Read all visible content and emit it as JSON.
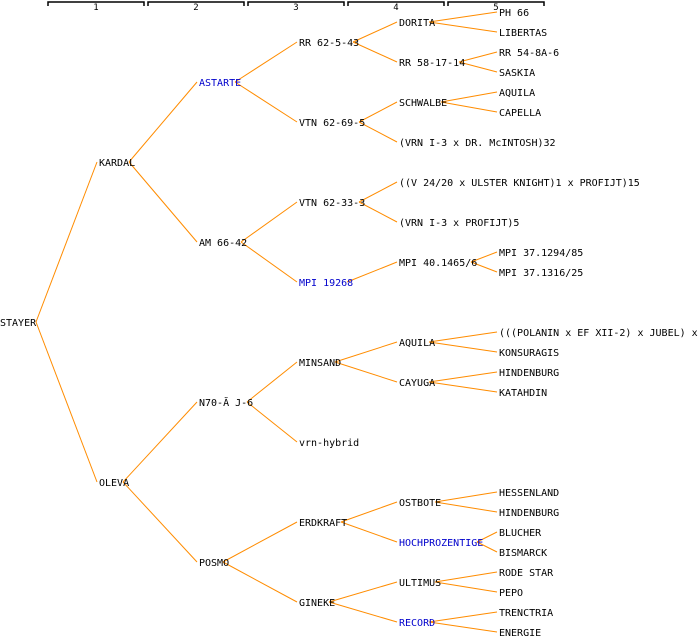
{
  "diagram": {
    "title": "pedigree",
    "edge_color": "#ff8c00",
    "link_color": "#0000cc",
    "generation_labels": [
      "1",
      "2",
      "3",
      "4",
      "5"
    ],
    "nodes": [
      {
        "id": "stayer",
        "label": "STAYER",
        "gen": 0,
        "row": 15.5
      },
      {
        "id": "kardal",
        "label": "KARDAL",
        "gen": 1,
        "row": 7.5,
        "parent": "stayer"
      },
      {
        "id": "oleva",
        "label": "OLEVA",
        "gen": 1,
        "row": 23.5,
        "parent": "stayer"
      },
      {
        "id": "astarte",
        "label": "ASTARTE",
        "gen": 2,
        "row": 3.5,
        "parent": "kardal",
        "link": true
      },
      {
        "id": "am6642",
        "label": "AM 66-42",
        "gen": 2,
        "row": 11.5,
        "parent": "kardal"
      },
      {
        "id": "n70",
        "label": "N70-Ă J-6",
        "gen": 2,
        "row": 19.5,
        "parent": "oleva"
      },
      {
        "id": "posmo",
        "label": "POSMO",
        "gen": 2,
        "row": 27.5,
        "parent": "oleva"
      },
      {
        "id": "rr62543",
        "label": "RR 62-5-43",
        "gen": 3,
        "row": 1.5,
        "parent": "astarte"
      },
      {
        "id": "vtn62695",
        "label": "VTN 62-69-5",
        "gen": 3,
        "row": 5.5,
        "parent": "astarte"
      },
      {
        "id": "vtn62333",
        "label": "VTN 62-33-3",
        "gen": 3,
        "row": 9.5,
        "parent": "am6642"
      },
      {
        "id": "mpi19268",
        "label": "MPI 19268",
        "gen": 3,
        "row": 13.5,
        "parent": "am6642",
        "link": true
      },
      {
        "id": "minsand",
        "label": "MINSAND",
        "gen": 3,
        "row": 17.5,
        "parent": "n70"
      },
      {
        "id": "vrnhybrid",
        "label": "vrn-hybrid",
        "gen": 3,
        "row": 21.5,
        "parent": "n70"
      },
      {
        "id": "erdkraft",
        "label": "ERDKRAFT",
        "gen": 3,
        "row": 25.5,
        "parent": "posmo"
      },
      {
        "id": "gineke",
        "label": "GINEKE",
        "gen": 3,
        "row": 29.5,
        "parent": "posmo"
      },
      {
        "id": "dorita",
        "label": "DORITA",
        "gen": 4,
        "row": 0.5,
        "parent": "rr62543"
      },
      {
        "id": "rr581714",
        "label": "RR 58-17-14",
        "gen": 4,
        "row": 2.5,
        "parent": "rr62543"
      },
      {
        "id": "schwalbe",
        "label": "SCHWALBE",
        "gen": 4,
        "row": 4.5,
        "parent": "vtn62695"
      },
      {
        "id": "vrni3mcintosh",
        "label": "(VRN I-3 x DR. McINTOSH)32",
        "gen": 4,
        "row": 6.5,
        "parent": "vtn62695"
      },
      {
        "id": "v2420",
        "label": "((V 24/20 x ULSTER KNIGHT)1 x PROFIJT)15",
        "gen": 4,
        "row": 8.5,
        "parent": "vtn62333"
      },
      {
        "id": "vrni3profijt",
        "label": "(VRN I-3 x PROFIJT)5",
        "gen": 4,
        "row": 10.5,
        "parent": "vtn62333"
      },
      {
        "id": "mpi401465",
        "label": "MPI 40.1465/6",
        "gen": 4,
        "row": 12.5,
        "parent": "mpi19268"
      },
      {
        "id": "aquila4",
        "label": "AQUILA",
        "gen": 4,
        "row": 16.5,
        "parent": "minsand"
      },
      {
        "id": "cayuga",
        "label": "CAYUGA",
        "gen": 4,
        "row": 18.5,
        "parent": "minsand"
      },
      {
        "id": "ostbote",
        "label": "OSTBOTE",
        "gen": 4,
        "row": 24.5,
        "parent": "erdkraft"
      },
      {
        "id": "hochprozentige",
        "label": "HOCHPROZENTIGE",
        "gen": 4,
        "row": 26.5,
        "parent": "erdkraft",
        "link": true
      },
      {
        "id": "ultimus",
        "label": "ULTIMUS",
        "gen": 4,
        "row": 28.5,
        "parent": "gineke"
      },
      {
        "id": "record",
        "label": "RECORD",
        "gen": 4,
        "row": 30.5,
        "parent": "gineke",
        "link": true
      },
      {
        "id": "ph66",
        "label": "PH 66",
        "gen": 5,
        "row": 0,
        "parent": "dorita"
      },
      {
        "id": "libertas",
        "label": "LIBERTAS",
        "gen": 5,
        "row": 1,
        "parent": "dorita"
      },
      {
        "id": "rr5448a6",
        "label": "RR 54-8A-6",
        "gen": 5,
        "row": 2,
        "parent": "rr581714"
      },
      {
        "id": "saskia",
        "label": "SASKIA",
        "gen": 5,
        "row": 3,
        "parent": "rr581714"
      },
      {
        "id": "aquila5",
        "label": "AQUILA",
        "gen": 5,
        "row": 4,
        "parent": "schwalbe"
      },
      {
        "id": "capella",
        "label": "CAPELLA",
        "gen": 5,
        "row": 5,
        "parent": "schwalbe"
      },
      {
        "id": "mpi371294",
        "label": "MPI 37.1294/85",
        "gen": 5,
        "row": 12,
        "parent": "mpi401465"
      },
      {
        "id": "mpi371316",
        "label": "MPI 37.1316/25",
        "gen": 5,
        "row": 13,
        "parent": "mpi401465"
      },
      {
        "id": "polanin",
        "label": "(((POLANIN x EF XII-2) x JUBEL) x",
        "gen": 5,
        "row": 16,
        "parent": "aquila4"
      },
      {
        "id": "konsuragis",
        "label": "KONSURAGIS",
        "gen": 5,
        "row": 17,
        "parent": "aquila4"
      },
      {
        "id": "hindenburg1",
        "label": "HINDENBURG",
        "gen": 5,
        "row": 18,
        "parent": "cayuga"
      },
      {
        "id": "katahdin",
        "label": "KATAHDIN",
        "gen": 5,
        "row": 19,
        "parent": "cayuga"
      },
      {
        "id": "hessenland",
        "label": "HESSENLAND",
        "gen": 5,
        "row": 24,
        "parent": "ostbote"
      },
      {
        "id": "hindenburg2",
        "label": "HINDENBURG",
        "gen": 5,
        "row": 25,
        "parent": "ostbote"
      },
      {
        "id": "blucher",
        "label": "BLUCHER",
        "gen": 5,
        "row": 26,
        "parent": "hochprozentige"
      },
      {
        "id": "bismarck",
        "label": "BISMARCK",
        "gen": 5,
        "row": 27,
        "parent": "hochprozentige"
      },
      {
        "id": "rodestar",
        "label": "RODE STAR",
        "gen": 5,
        "row": 28,
        "parent": "ultimus"
      },
      {
        "id": "pepo",
        "label": "PEPO",
        "gen": 5,
        "row": 29,
        "parent": "ultimus"
      },
      {
        "id": "trenctria",
        "label": "TRENCTRIA",
        "gen": 5,
        "row": 30,
        "parent": "record"
      },
      {
        "id": "energie",
        "label": "ENERGIE",
        "gen": 5,
        "row": 31,
        "parent": "record"
      }
    ]
  }
}
